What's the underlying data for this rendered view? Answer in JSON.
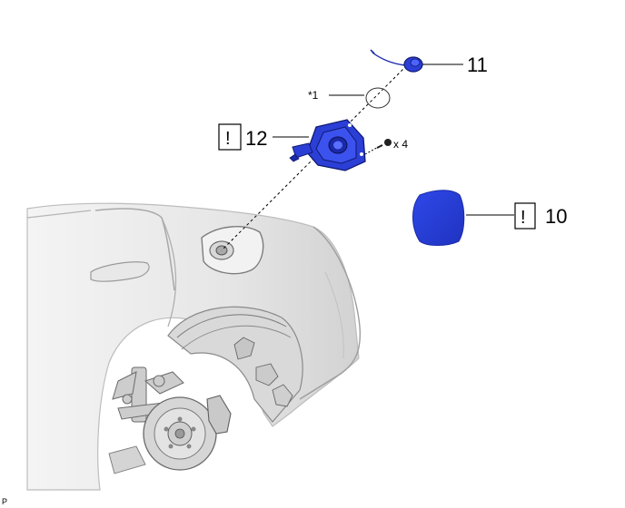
{
  "parts": {
    "cap": {
      "number": "11"
    },
    "gasket": {
      "label": "*1"
    },
    "inlet_box": {
      "number": "12",
      "attention_mark": "!"
    },
    "screws": {
      "quantity": "x 4"
    },
    "fuel_lid": {
      "number": "10",
      "attention_mark": "!"
    }
  },
  "footer": {
    "code": "P"
  },
  "colors": {
    "part_blue": "#2b3fd6",
    "part_blue_dark": "#1a2aa8",
    "vehicle_gray": "#cfcfcf",
    "line": "#000000"
  }
}
